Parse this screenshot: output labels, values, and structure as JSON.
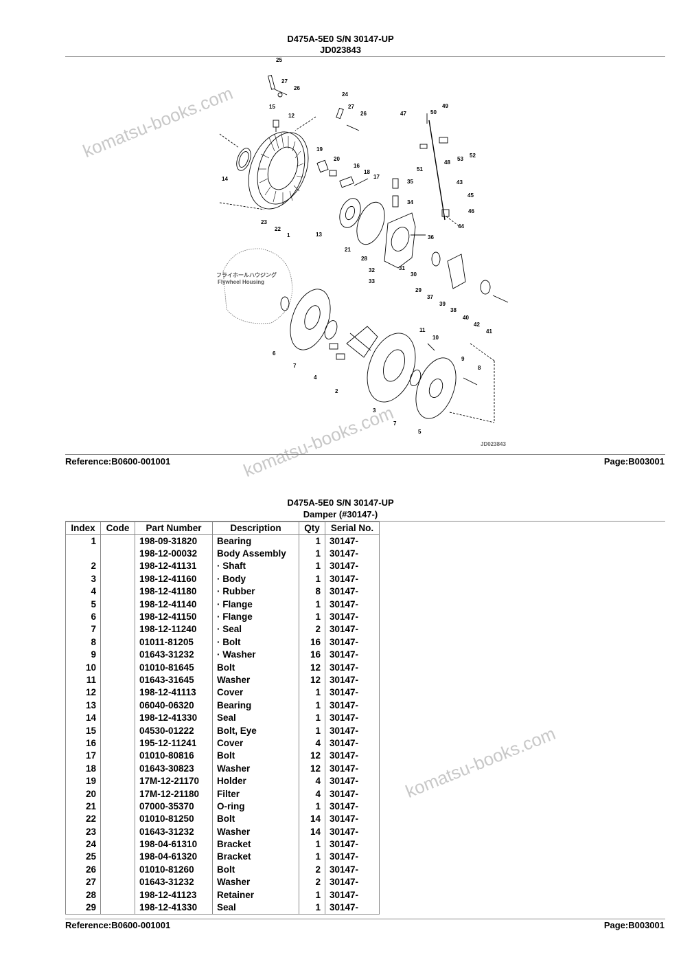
{
  "top": {
    "title": "D475A-5E0 S/N 30147-UP",
    "subtitle": "JD023843",
    "reference": "Reference:B0600-001001",
    "page": "Page:B003001"
  },
  "diagram": {
    "inset_label_1": "フライホールハウジング",
    "inset_label_2": "Flywheel Housing",
    "figure_code": "JD023843",
    "callouts": [
      "1",
      "2",
      "3",
      "4",
      "5",
      "6",
      "7",
      "7",
      "8",
      "9",
      "10",
      "11",
      "12",
      "13",
      "14",
      "15",
      "16",
      "17",
      "18",
      "19",
      "20",
      "21",
      "22",
      "23",
      "24",
      "25",
      "26",
      "26",
      "27",
      "27",
      "28",
      "29",
      "30",
      "31",
      "32",
      "33",
      "34",
      "35",
      "36",
      "37",
      "38",
      "39",
      "40",
      "41",
      "42",
      "43",
      "44",
      "45",
      "46",
      "47",
      "48",
      "49",
      "50",
      "51",
      "52",
      "53"
    ]
  },
  "watermarks": [
    "komatsu-books.com",
    "komatsu-books.com",
    "komatsu-books.com"
  ],
  "bottom": {
    "title": "D475A-5E0 S/N 30147-UP",
    "subtitle": "Damper (#30147-)",
    "reference": "Reference:B0600-001001",
    "page": "Page:B003001"
  },
  "table": {
    "headers": [
      "Index",
      "Code",
      "Part Number",
      "Description",
      "Qty",
      "Serial No."
    ],
    "rows": [
      {
        "index": "1",
        "code": "",
        "pn": "198-09-31820",
        "desc": "Bearing",
        "sub": false,
        "qty": "1",
        "sn": "30147-"
      },
      {
        "index": "",
        "code": "",
        "pn": "198-12-00032",
        "desc": "Body Assembly",
        "sub": false,
        "qty": "1",
        "sn": "30147-"
      },
      {
        "index": "2",
        "code": "",
        "pn": "198-12-41131",
        "desc": "Shaft",
        "sub": true,
        "qty": "1",
        "sn": "30147-"
      },
      {
        "index": "3",
        "code": "",
        "pn": "198-12-41160",
        "desc": "Body",
        "sub": true,
        "qty": "1",
        "sn": "30147-"
      },
      {
        "index": "4",
        "code": "",
        "pn": "198-12-41180",
        "desc": "Rubber",
        "sub": true,
        "qty": "8",
        "sn": "30147-"
      },
      {
        "index": "5",
        "code": "",
        "pn": "198-12-41140",
        "desc": "Flange",
        "sub": true,
        "qty": "1",
        "sn": "30147-"
      },
      {
        "index": "6",
        "code": "",
        "pn": "198-12-41150",
        "desc": "Flange",
        "sub": true,
        "qty": "1",
        "sn": "30147-"
      },
      {
        "index": "7",
        "code": "",
        "pn": "198-12-11240",
        "desc": "Seal",
        "sub": true,
        "qty": "2",
        "sn": "30147-"
      },
      {
        "index": "8",
        "code": "",
        "pn": "01011-81205",
        "desc": "Bolt",
        "sub": true,
        "qty": "16",
        "sn": "30147-"
      },
      {
        "index": "9",
        "code": "",
        "pn": "01643-31232",
        "desc": "Washer",
        "sub": true,
        "qty": "16",
        "sn": "30147-"
      },
      {
        "index": "10",
        "code": "",
        "pn": "01010-81645",
        "desc": "Bolt",
        "sub": false,
        "qty": "12",
        "sn": "30147-"
      },
      {
        "index": "11",
        "code": "",
        "pn": "01643-31645",
        "desc": "Washer",
        "sub": false,
        "qty": "12",
        "sn": "30147-"
      },
      {
        "index": "12",
        "code": "",
        "pn": "198-12-41113",
        "desc": "Cover",
        "sub": false,
        "qty": "1",
        "sn": "30147-"
      },
      {
        "index": "13",
        "code": "",
        "pn": "06040-06320",
        "desc": "Bearing",
        "sub": false,
        "qty": "1",
        "sn": "30147-"
      },
      {
        "index": "14",
        "code": "",
        "pn": "198-12-41330",
        "desc": "Seal",
        "sub": false,
        "qty": "1",
        "sn": "30147-"
      },
      {
        "index": "15",
        "code": "",
        "pn": "04530-01222",
        "desc": "Bolt, Eye",
        "sub": false,
        "qty": "1",
        "sn": "30147-"
      },
      {
        "index": "16",
        "code": "",
        "pn": "195-12-11241",
        "desc": "Cover",
        "sub": false,
        "qty": "4",
        "sn": "30147-"
      },
      {
        "index": "17",
        "code": "",
        "pn": "01010-80816",
        "desc": "Bolt",
        "sub": false,
        "qty": "12",
        "sn": "30147-"
      },
      {
        "index": "18",
        "code": "",
        "pn": "01643-30823",
        "desc": "Washer",
        "sub": false,
        "qty": "12",
        "sn": "30147-"
      },
      {
        "index": "19",
        "code": "",
        "pn": "17M-12-21170",
        "desc": "Holder",
        "sub": false,
        "qty": "4",
        "sn": "30147-"
      },
      {
        "index": "20",
        "code": "",
        "pn": "17M-12-21180",
        "desc": "Filter",
        "sub": false,
        "qty": "4",
        "sn": "30147-"
      },
      {
        "index": "21",
        "code": "",
        "pn": "07000-35370",
        "desc": "O-ring",
        "sub": false,
        "qty": "1",
        "sn": "30147-"
      },
      {
        "index": "22",
        "code": "",
        "pn": "01010-81250",
        "desc": "Bolt",
        "sub": false,
        "qty": "14",
        "sn": "30147-"
      },
      {
        "index": "23",
        "code": "",
        "pn": "01643-31232",
        "desc": "Washer",
        "sub": false,
        "qty": "14",
        "sn": "30147-"
      },
      {
        "index": "24",
        "code": "",
        "pn": "198-04-61310",
        "desc": "Bracket",
        "sub": false,
        "qty": "1",
        "sn": "30147-"
      },
      {
        "index": "25",
        "code": "",
        "pn": "198-04-61320",
        "desc": "Bracket",
        "sub": false,
        "qty": "1",
        "sn": "30147-"
      },
      {
        "index": "26",
        "code": "",
        "pn": "01010-81260",
        "desc": "Bolt",
        "sub": false,
        "qty": "2",
        "sn": "30147-"
      },
      {
        "index": "27",
        "code": "",
        "pn": "01643-31232",
        "desc": "Washer",
        "sub": false,
        "qty": "2",
        "sn": "30147-"
      },
      {
        "index": "28",
        "code": "",
        "pn": "198-12-41123",
        "desc": "Retainer",
        "sub": false,
        "qty": "1",
        "sn": "30147-"
      },
      {
        "index": "29",
        "code": "",
        "pn": "198-12-41330",
        "desc": "Seal",
        "sub": false,
        "qty": "1",
        "sn": "30147-"
      }
    ]
  }
}
